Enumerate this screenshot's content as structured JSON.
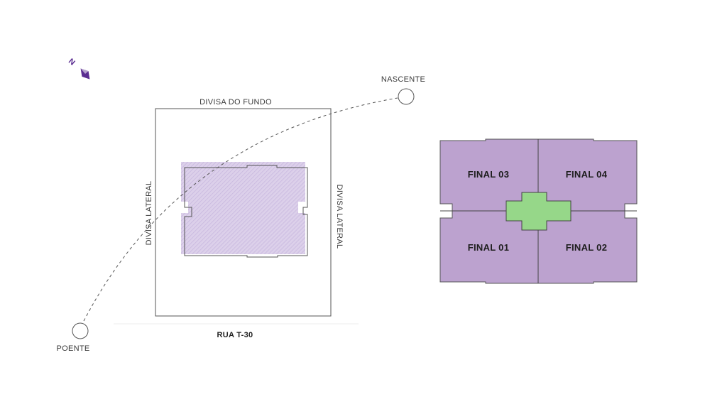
{
  "colors": {
    "unit_fill": "#bca2cf",
    "core_fill": "#96d789",
    "accent": "#5b2d91",
    "outline": "#555555"
  },
  "compass": {
    "label": "N",
    "icon": "north-arrow-icon"
  },
  "site": {
    "top_label": "DIVISA DO FUNDO",
    "left_label": "DIVISA LATERAL",
    "right_label": "DIVISA LATERAL",
    "street_label": "RUA T-30"
  },
  "sun_path": {
    "east_label": "NASCENTE",
    "west_label": "POENTE"
  },
  "floor_plan": {
    "units": [
      "FINAL 03",
      "FINAL 04",
      "FINAL 01",
      "FINAL 02"
    ]
  }
}
